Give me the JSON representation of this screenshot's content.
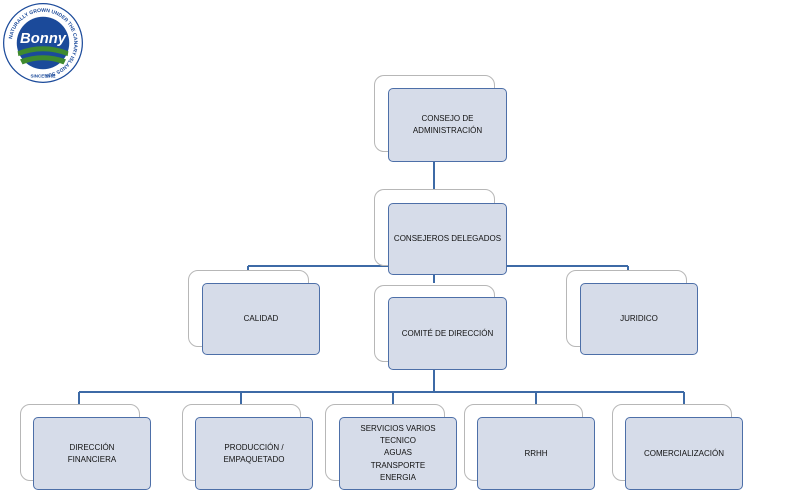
{
  "colors": {
    "connector": "#3d6aa6",
    "box_fill": "#d6dce9",
    "box_border": "#4d6fa8",
    "ghost_border": "#b7b7b7",
    "logo_blue": "#1b4a9a",
    "logo_green": "#3f8a2e"
  },
  "logo": {
    "brand": "Bonny",
    "ring_text": "NATURALLY GROWN UNDER THE CANARY ISLANDS SUN",
    "since": "SINCE 1932"
  },
  "nodes": {
    "consejo": [
      "CONSEJO DE",
      "ADMINISTRACIÓN"
    ],
    "delegados": [
      "CONSEJEROS DELEGADOS"
    ],
    "calidad": [
      "CALIDAD"
    ],
    "comite": [
      "COMITÉ DE DIRECCIÓN"
    ],
    "juridico": [
      "JURIDICO"
    ],
    "financiera": [
      "DIRECCIÓN",
      "FINANCIERA"
    ],
    "produccion": [
      "PRODUCCIÓN /",
      "EMPAQUETADO"
    ],
    "servicios": [
      "SERVICIOS VARIOS",
      "TECNICO",
      "AGUAS",
      "TRANSPORTE",
      "ENERGIA"
    ],
    "rrhh": [
      "RRHH"
    ],
    "comercial": [
      "COMERCIALIZACIÓN"
    ]
  }
}
